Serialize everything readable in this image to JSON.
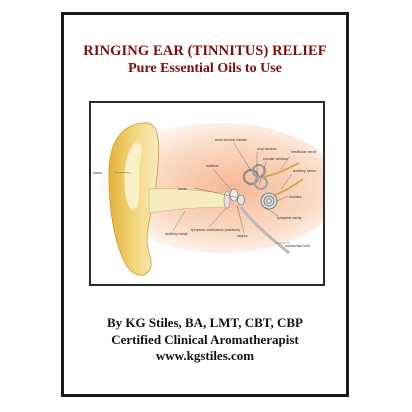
{
  "cover": {
    "title": "RINGING EAR (TINNITUS) RELIEF",
    "subtitle": "Pure Essential Oils to Use",
    "author": "By KG Stiles, BA, LMT, CBT, CBP",
    "credential": "Certified Clinical Aromatherapist",
    "website": "www.kgstiles.com"
  },
  "diagram": {
    "labels": {
      "pinna": "pinna",
      "auditory_canal": "auditory canal",
      "malleus": "malleus",
      "incus": "incus",
      "semi_circular_canals": "semi circular canals",
      "oval_window": "oval window",
      "circular_window": "circular window",
      "vestibular_nerve": "vestibular nerve",
      "auditory_nerve": "auditory nerve",
      "cochlea": "cochlea",
      "tympanic_cavity": "tympanic cavity",
      "tympanic_membrane": "tympanic membrane (eardrum)",
      "stapes": "stapes",
      "eustachian_tube": "eustachian tube"
    }
  }
}
